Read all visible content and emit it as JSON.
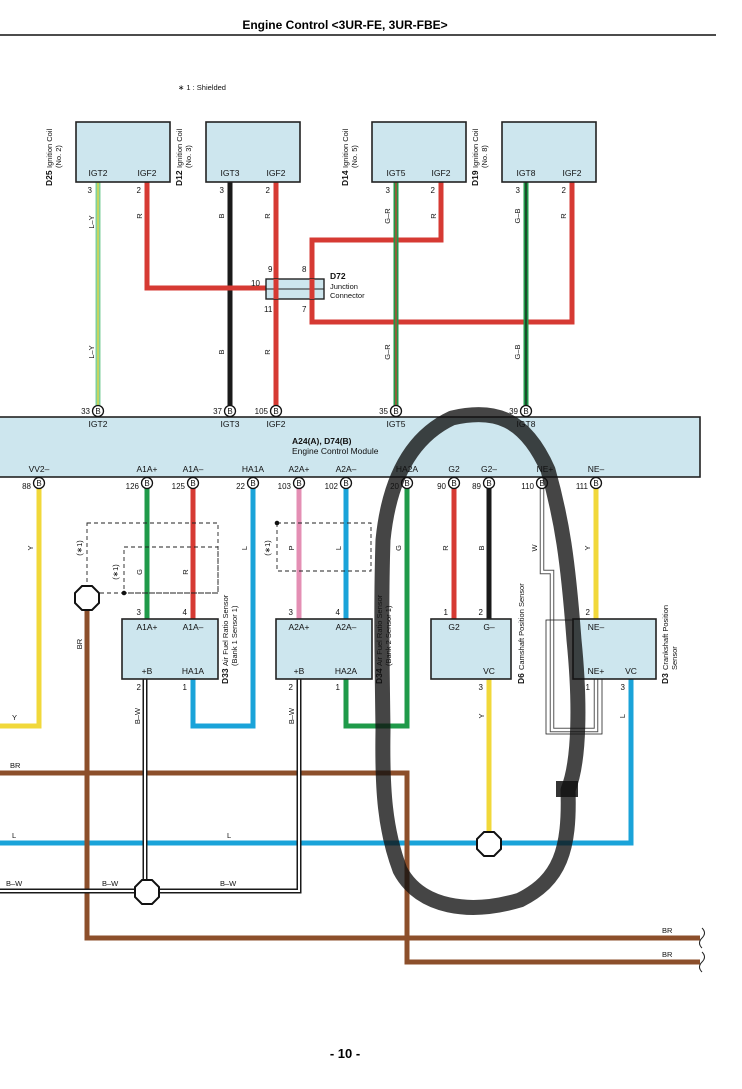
{
  "header": {
    "title": "Engine Control <3UR-FE, 3UR-FBE>"
  },
  "legend": {
    "note": "∗ 1 : Shielded"
  },
  "page_number": "- 10 -",
  "colors": {
    "red": "#d63a33",
    "black": "#1a1a1a",
    "green": "#1f9a49",
    "blue": "#1aa3d9",
    "yellow": "#f1d83a",
    "pink": "#e48fb4",
    "brown": "#8c4f2b",
    "lightgreen": "#7fcf9c",
    "box_fill": "#cde6ee",
    "marker": "#111111"
  },
  "coils": [
    {
      "code": "D25",
      "name": "Ignition Coil",
      "sub": "(No. 2)",
      "pinA": "IGT2",
      "pinB": "IGF2",
      "numA": "3",
      "numB": "2"
    },
    {
      "code": "D12",
      "name": "Ignition Coil",
      "sub": "(No. 3)",
      "pinA": "IGT3",
      "pinB": "IGF2",
      "numA": "3",
      "numB": "2"
    },
    {
      "code": "D14",
      "name": "Ignition Coil",
      "sub": "(No. 5)",
      "pinA": "IGT5",
      "pinB": "IGF2",
      "numA": "3",
      "numB": "2"
    },
    {
      "code": "D19",
      "name": "Ignition Coil",
      "sub": "(No. 8)",
      "pinA": "IGT8",
      "pinB": "IGF2",
      "numA": "3",
      "numB": "2"
    }
  ],
  "junction": {
    "code": "D72",
    "line1": "Junction",
    "line2": "Connector",
    "p9": "9",
    "p8": "8",
    "p10": "10",
    "p11": "11",
    "p7": "7"
  },
  "ecm": {
    "code": "A24(A), D74(B)",
    "name": "Engine Control Module",
    "top_pins": [
      {
        "num": "33",
        "conn": "B",
        "name": "IGT2"
      },
      {
        "num": "37",
        "conn": "B",
        "name": "IGT3"
      },
      {
        "num": "105",
        "conn": "B",
        "name": "IGF2"
      },
      {
        "num": "35",
        "conn": "B",
        "name": "IGT5"
      },
      {
        "num": "39",
        "conn": "B",
        "name": "IGT8"
      }
    ],
    "bottom_pins": [
      {
        "num": "88",
        "conn": "B",
        "name": "VV2–"
      },
      {
        "num": "126",
        "conn": "B",
        "name": "A1A+"
      },
      {
        "num": "125",
        "conn": "B",
        "name": "A1A–"
      },
      {
        "num": "22",
        "conn": "B",
        "name": "HA1A"
      },
      {
        "num": "103",
        "conn": "B",
        "name": "A2A+"
      },
      {
        "num": "102",
        "conn": "B",
        "name": "A2A–"
      },
      {
        "num": "20",
        "conn": "B",
        "name": "HA2A"
      },
      {
        "num": "90",
        "conn": "B",
        "name": "G2"
      },
      {
        "num": "89",
        "conn": "B",
        "name": "G2–"
      },
      {
        "num": "110",
        "conn": "B",
        "name": "NE+"
      },
      {
        "num": "111",
        "conn": "B",
        "name": "NE–"
      }
    ]
  },
  "sensors": {
    "d33": {
      "code": "D33",
      "name": "Air Fuel Ratio Sensor",
      "sub": "(Bank 1 Sensor 1)",
      "t1": "A1A+",
      "t2": "A1A–",
      "b1": "+B",
      "b2": "HA1A",
      "n3": "3",
      "n4": "4",
      "n2": "2",
      "n1": "1"
    },
    "d34": {
      "code": "D34",
      "name": "Air Fuel Ratio Sensor",
      "sub": "(Bank 2 Sensor 1)",
      "t1": "A2A+",
      "t2": "A2A–",
      "b1": "+B",
      "b2": "HA2A",
      "n3": "3",
      "n4": "4",
      "n2": "2",
      "n1": "1"
    },
    "d6": {
      "code": "D6",
      "name": "Camshaft Position Sensor",
      "t1": "G2",
      "t2": "G–",
      "b1": "VC",
      "n1": "1",
      "n2": "2",
      "n3": "3"
    },
    "d3": {
      "code": "D3",
      "name": "Crankshaft Position",
      "name2": "Sensor",
      "t1": "NE–",
      "b1": "NE+",
      "b2": "VC",
      "n2": "2",
      "n1": "1",
      "n3": "3"
    }
  },
  "wires": {
    "ly": "L–Y",
    "r": "R",
    "b": "B",
    "gr": "G–R",
    "gb": "G–B",
    "y": "Y",
    "g": "G",
    "l": "L",
    "p": "P",
    "w": "W",
    "br": "BR",
    "bw": "B–W",
    "shield": "(∗1)"
  }
}
